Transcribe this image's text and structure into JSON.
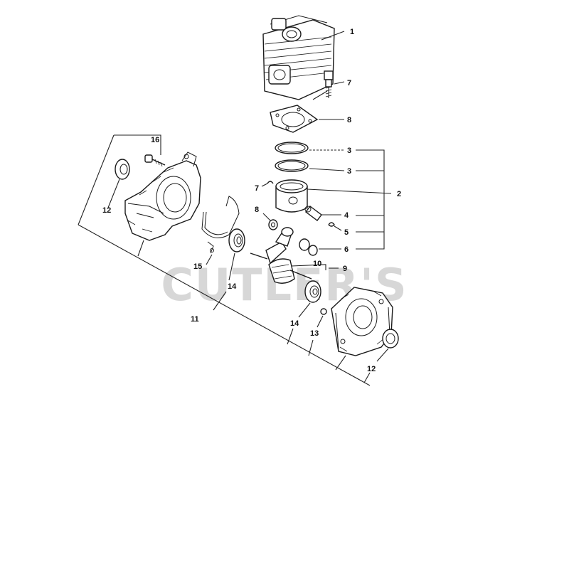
{
  "watermark": "CUTLER'S",
  "callouts": {
    "c1": "1",
    "c7a": "7",
    "c8a": "8",
    "c16": "16",
    "c3a": "3",
    "c3b": "3",
    "c7b": "7",
    "c2": "2",
    "c12a": "12",
    "c8b": "8",
    "c4": "4",
    "c5": "5",
    "c6": "6",
    "c10": "10",
    "c9": "9",
    "c15": "15",
    "c14a": "14",
    "c14b": "14",
    "c11": "11",
    "c13": "13",
    "c12b": "12"
  }
}
